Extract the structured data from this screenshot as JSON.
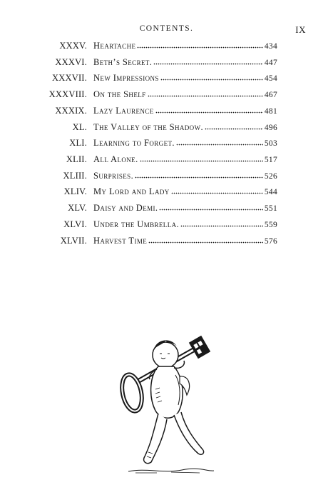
{
  "header": {
    "title": "CONTENTS.",
    "page_number": "IX"
  },
  "toc": [
    {
      "numeral": "XXXV.",
      "title": "Heartache",
      "page": "434"
    },
    {
      "numeral": "XXXVI.",
      "title": "Beth’s Secret.",
      "page": "447"
    },
    {
      "numeral": "XXXVII.",
      "title": "New Impressions",
      "page": "454"
    },
    {
      "numeral": "XXXVIII.",
      "title": "On the Shelf",
      "page": "467"
    },
    {
      "numeral": "XXXIX.",
      "title": "Lazy Laurence",
      "page": "481"
    },
    {
      "numeral": "XL.",
      "title": "The Valley of the Shadow.",
      "page": "496"
    },
    {
      "numeral": "XLI.",
      "title": "Learning to Forget.",
      "page": "503"
    },
    {
      "numeral": "XLII.",
      "title": "All Alone.",
      "page": "517"
    },
    {
      "numeral": "XLIII.",
      "title": "Surprises.",
      "page": "526"
    },
    {
      "numeral": "XLIV.",
      "title": "My Lord and Lady",
      "page": "544"
    },
    {
      "numeral": "XLV.",
      "title": "Daisy and Demi.",
      "page": "551"
    },
    {
      "numeral": "XLVI.",
      "title": "Under the Umbrella.",
      "page": "559"
    },
    {
      "numeral": "XLVII.",
      "title": "Harvest Time",
      "page": "576"
    }
  ],
  "illustration": {
    "icon": "cherub-carrying-key-icon"
  }
}
